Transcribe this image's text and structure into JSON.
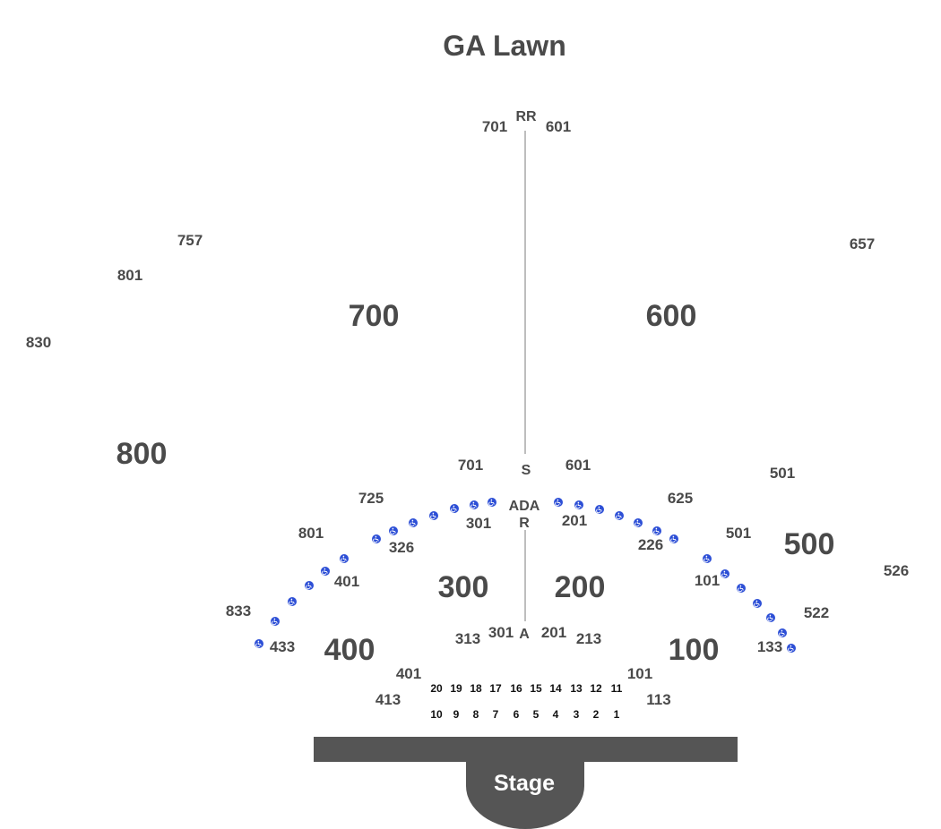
{
  "title": "GA Lawn",
  "stage_label": "Stage",
  "aisle": {
    "top_label": "RR",
    "mid_label": "S",
    "ada_label": "ADA",
    "r_label": "R",
    "bottom_label": "A"
  },
  "sections_big": {
    "s700": "700",
    "s600": "600",
    "s800": "800",
    "s500": "500",
    "s300": "300",
    "s200": "200",
    "s400": "400",
    "s100": "100"
  },
  "lawn_labels": {
    "l701_top": "701",
    "l601_top": "601",
    "l757": "757",
    "l801_far": "801",
    "l830": "830",
    "l657": "657",
    "l701_mid": "701",
    "l601_mid": "601",
    "l501_right": "501",
    "l725": "725",
    "l625": "625",
    "l801_near": "801",
    "l501_near": "501",
    "l526": "526",
    "l833": "833",
    "l522": "522"
  },
  "reserved_labels": {
    "r301": "301",
    "r201": "201",
    "r326": "326",
    "r226": "226",
    "r401": "401",
    "r101": "101",
    "r433": "433",
    "r133": "133",
    "r313": "313",
    "r301b": "301",
    "r201b": "201",
    "r213": "213",
    "r401b": "401",
    "r101b": "101",
    "r413": "413",
    "r113": "113"
  },
  "pit_rows": {
    "back": [
      "20",
      "19",
      "18",
      "17",
      "16",
      "15",
      "14",
      "13",
      "12",
      "11"
    ],
    "front": [
      "10",
      "9",
      "8",
      "7",
      "6",
      "5",
      "4",
      "3",
      "2",
      "1"
    ]
  },
  "colors": {
    "label": "#4a4a4a",
    "stage": "#555555",
    "ada": "#2d4fd6",
    "aisle_line": "#9a9a9a"
  },
  "icons": {
    "ada": "wheelchair-icon"
  }
}
